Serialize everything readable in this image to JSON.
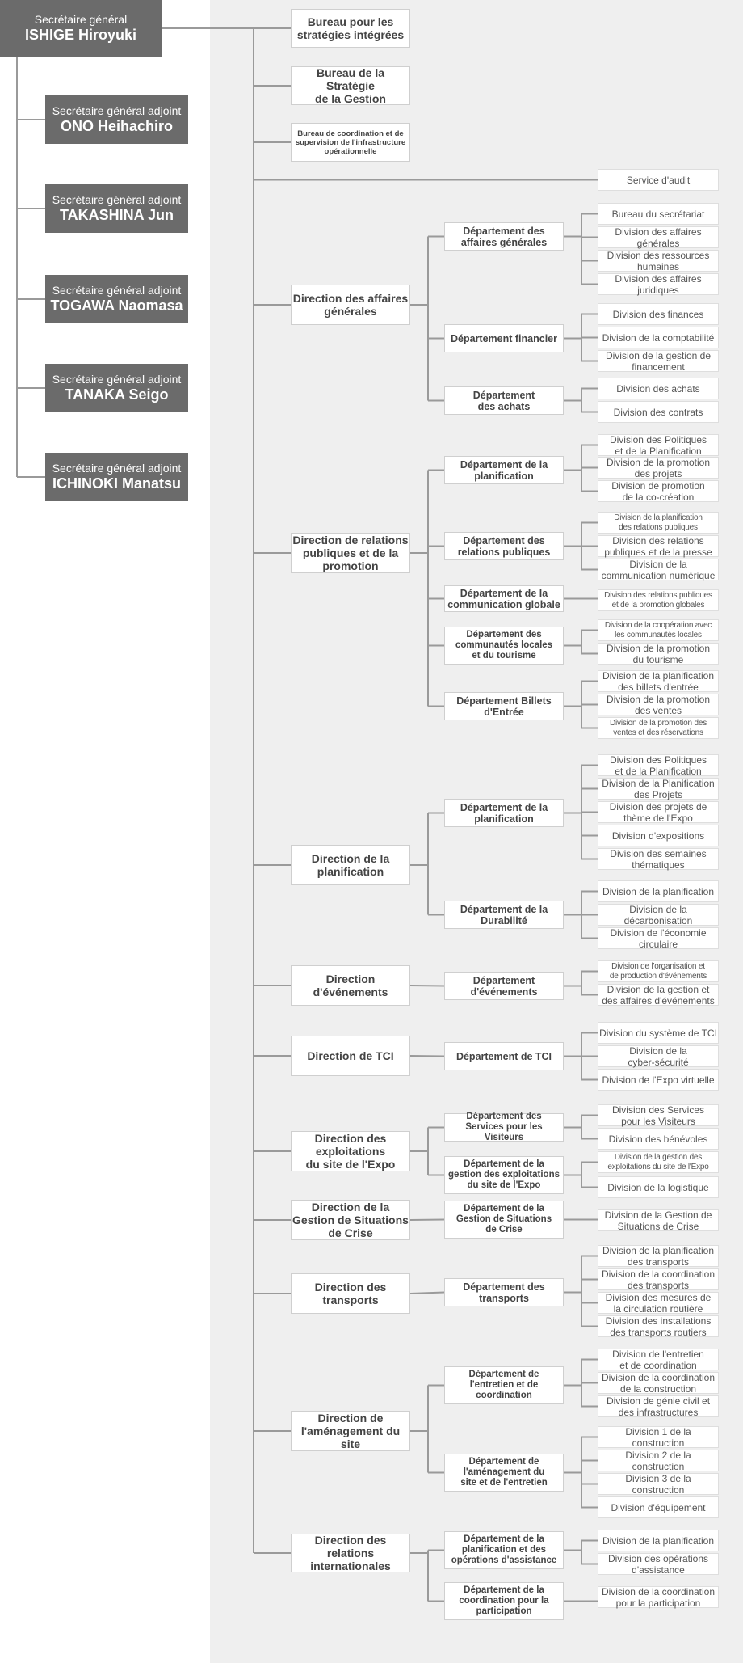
{
  "leaders": [
    {
      "id": "sg",
      "role": "Secrétaire  général",
      "name": "ISHIGE Hiroyuki"
    },
    {
      "id": "a1",
      "role": "Secrétaire général adjoint",
      "name": "ONO Heihachiro"
    },
    {
      "id": "a2",
      "role": "Secrétaire général adjoint",
      "name": "TAKASHINA Jun"
    },
    {
      "id": "a3",
      "role": "Secrétaire général adjoint",
      "name": "TOGAWA Naomasa"
    },
    {
      "id": "a4",
      "role": "Secrétaire général adjoint",
      "name": "TANAKA Seigo"
    },
    {
      "id": "a5",
      "role": "Secrétaire général adjoint",
      "name": "ICHINOKI Manatsu"
    }
  ],
  "offices": [
    "Bureau pour les\nstratégies intégrées",
    "Bureau de la Stratégie\nde la Gestion",
    "Bureau de coordination et de\nsupervision de l'infrastructure\nopérationnelle"
  ],
  "audit": "Service d'audit",
  "directions": [
    {
      "label": "Direction des affaires\ngénérales",
      "departments": [
        {
          "label": "Département des\naffaires générales",
          "divisions": [
            "Bureau du secrétariat",
            "Division des affaires\ngénérales",
            "Division des ressources\nhumaines",
            "Division des affaires\njuridiques"
          ]
        },
        {
          "label": "Département financier",
          "divisions": [
            "Division des finances",
            "Division de la comptabilité",
            "Division de la gestion de\nfinancement"
          ]
        },
        {
          "label": "Département\ndes achats",
          "divisions": [
            "Division des achats",
            "Division des contrats"
          ]
        }
      ]
    },
    {
      "label": "Direction de relations\npubliques et de la\npromotion",
      "departments": [
        {
          "label": "Département de la\nplanification",
          "divisions": [
            "Division des Politiques\net de la Planification",
            "Division de la promotion\ndes projets",
            "Division de promotion\nde la co-création"
          ]
        },
        {
          "label": "Département des\nrelations publiques",
          "divisions": [
            "Division de la planification\ndes relations publiques",
            "Division des relations\npubliques et de la presse",
            "Division de la\ncommunication numérique"
          ]
        },
        {
          "label": "Département de la\ncommunication globale",
          "divisions": [
            "Division des relations publiques\net de la promotion globales"
          ]
        },
        {
          "label": "Département des\ncommunautés locales\net du tourisme",
          "divisions": [
            "Division de la coopération avec\nles communautés locales",
            "Division de la promotion\ndu tourisme"
          ]
        },
        {
          "label": "Département Billets\nd'Entrée",
          "divisions": [
            "Division de la planification\ndes billets d'entrée",
            "Division de la promotion\ndes ventes",
            "Division de la promotion des\nventes et des réservations"
          ]
        }
      ]
    },
    {
      "label": "Direction de la\nplanification",
      "departments": [
        {
          "label": "Département de la\nplanification",
          "divisions": [
            "Division des Politiques\net de la Planification",
            "Division de la Planification\ndes Projets",
            "Division des projets de\nthème de l'Expo",
            "Division d'expositions",
            "Division des semaines\nthématiques"
          ]
        },
        {
          "label": "Département de la\nDurabilité",
          "divisions": [
            "Division de la planification",
            "Division de la\ndécarbonisation",
            "Division de l'économie\ncirculaire"
          ]
        }
      ]
    },
    {
      "label": "Direction\nd'événements",
      "departments": [
        {
          "label": "Département\nd'événements",
          "divisions": [
            "Division de l'organisation et\nde production d'événements",
            "Division de la gestion et\ndes affaires d'événements"
          ]
        }
      ]
    },
    {
      "label": "Direction de TCI",
      "departments": [
        {
          "label": "Département de TCI",
          "divisions": [
            "Division du système de TCI",
            "Division de la\ncyber-sécurité",
            "Division de l'Expo virtuelle"
          ]
        }
      ]
    },
    {
      "label": "Direction des\nexploitations\ndu site de  l'Expo",
      "departments": [
        {
          "label": "Département des\nServices pour les Visiteurs",
          "divisions": [
            "Division des Services\npour les Visiteurs",
            "Division des bénévoles"
          ]
        },
        {
          "label": "Département de la\ngestion des exploitations\ndu site de l'Expo",
          "divisions": [
            "Division de la gestion des\nexploitations du site de l'Expo",
            "Division de la logistique"
          ]
        }
      ]
    },
    {
      "label": "Direction de la\nGestion de Situations\nde Crise",
      "departments": [
        {
          "label": "Département de la\nGestion de Situations\nde Crise",
          "divisions": [
            "Division de la Gestion de\nSituations de Crise"
          ]
        }
      ]
    },
    {
      "label": "Direction des\ntransports",
      "departments": [
        {
          "label": "Département des\ntransports",
          "divisions": [
            "Division de la planification\ndes transports",
            "Division de la coordination\ndes transports",
            "Division des mesures de\nla circulation routière",
            "Division des installations\ndes transports routiers"
          ]
        }
      ]
    },
    {
      "label": "Direction de\nl'aménagement du site",
      "departments": [
        {
          "label": "Département de\nl'entretien et de\ncoordination",
          "divisions": [
            "Division de l'entretien\net de coordination",
            "Division de la coordination\nde la construction",
            "Division de génie civil et\ndes infrastructures"
          ]
        },
        {
          "label": "Département de\nl'aménagement du\nsite et de l'entretien",
          "divisions": [
            "Division 1 de la\nconstruction",
            "Division 2 de la\nconstruction",
            "Division 3 de la\nconstruction",
            "Division d'équipement"
          ]
        }
      ]
    },
    {
      "label": "Direction des relations\ninternationales",
      "departments": [
        {
          "label": "Département de la\nplanification et des\nopérations d'assistance",
          "divisions": [
            "Division de la planification",
            "Division des opérations\nd'assistance"
          ]
        },
        {
          "label": "Département de la\ncoordination pour la\nparticipation",
          "divisions": [
            "Division de la coordination\npour la participation"
          ]
        }
      ]
    }
  ]
}
